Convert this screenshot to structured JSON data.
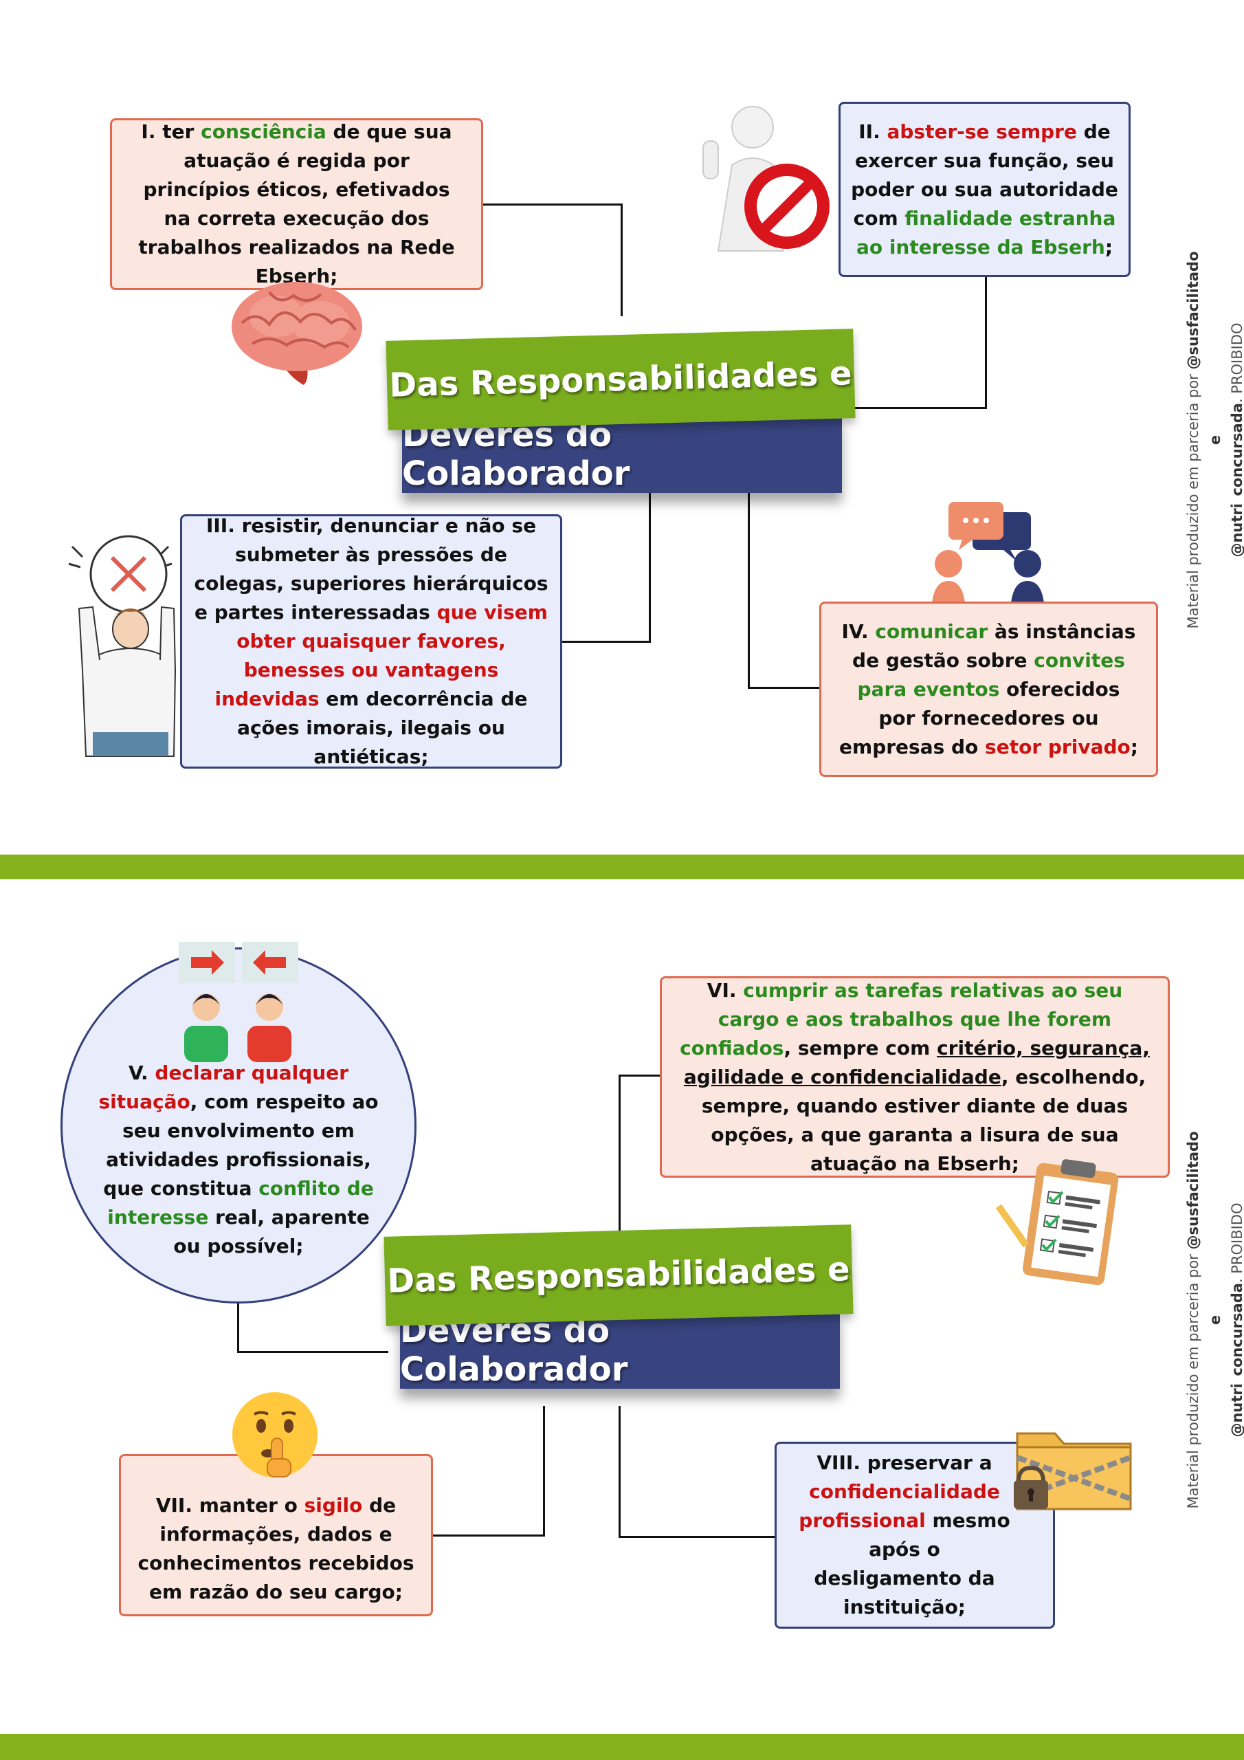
{
  "title": {
    "line1": "Das Responsabilidades  e",
    "line2": "Deveres do Colaborador"
  },
  "side_note": {
    "line1_prefix": "Material produzido em parceria por ",
    "line1_handle": "@susfacilitado e",
    "line2_handle": "@nutri_concursada",
    "line2_suffix": ". PROIBIDO COMPARTILHAMENTO!"
  },
  "items": {
    "i": {
      "num": "I. ter ",
      "a": "consciência",
      "b": " de que sua atuação é regida por princípios éticos, efetivados na correta execução dos trabalhos realizados na Rede Ebserh;"
    },
    "ii": {
      "num": "II. ",
      "a": "abster-se sempre",
      "b": " de exercer sua função, seu poder ou sua autoridade com ",
      "c": "finalidade estranha ao interesse da Ebserh",
      "d": ";"
    },
    "iii": {
      "a": "III. resistir, denunciar e não se submeter às pressões de colegas, superiores hierárquicos e partes interessadas ",
      "b": "que visem obter quaisquer favores, benesses ou vantagens indevidas",
      "c": " em decorrência de ações imorais, ilegais ou antiéticas;"
    },
    "iv": {
      "num": "IV. ",
      "a": "comunicar",
      "b": " às instâncias de gestão sobre ",
      "c": "convites para eventos",
      "d": " oferecidos por fornecedores ou empresas do ",
      "e": "setor privado",
      "f": ";"
    },
    "v": {
      "num": "V. ",
      "a": "declarar qualquer situação",
      "b": ", com respeito ao seu envolvimento em atividades profissionais, que constitua ",
      "c": "conflito de interesse",
      "d": " real, aparente ou possível;"
    },
    "vi": {
      "num": "VI. ",
      "a": "cumprir as tarefas relativas ao seu cargo e aos trabalhos que lhe forem confiados",
      "b": ", sempre com ",
      "c": "critério, segurança, agilidade e confidencialidade",
      "d": ", escolhendo, sempre, quando estiver diante de duas opções, a que garanta a lisura de sua atuação na Ebserh;"
    },
    "vii": {
      "num": "VII. manter o ",
      "a": "sigilo",
      "b": " de informações, dados e conhecimentos recebidos em razão do seu cargo;"
    },
    "viii": {
      "num": "VIII. preservar a ",
      "a": "confidencialidade profissional",
      "b": " mesmo após o desligamento da instituição;"
    }
  },
  "icons": [
    "brain-icon",
    "stop-sign-person-icon",
    "stressed-person-icon",
    "chat-people-icon",
    "swap-people-icon",
    "checklist-clipboard-icon",
    "shush-emoji-icon",
    "locked-folder-icon"
  ],
  "colors": {
    "green_band": "#86b21e",
    "title_green": "#7aad1e",
    "title_blue": "#38447f",
    "peach_bg": "#fbe7df",
    "peach_border": "#e06a4f",
    "lavender_bg": "#e9ecfb",
    "lavender_border": "#34407a",
    "highlight_green": "#2a8a1e",
    "highlight_red": "#cc1111"
  }
}
